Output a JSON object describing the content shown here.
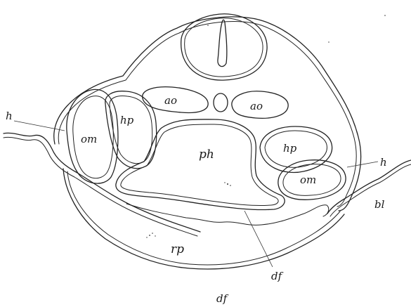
{
  "labels": {
    "h_left": "h",
    "om_left": "om",
    "hp_left": "hp",
    "ao_left": "ao",
    "ao_right": "ao",
    "ph": "ph",
    "hp_right": "hp",
    "om_right": "om",
    "h_right": "h",
    "bl": "bl",
    "rp": "rp",
    "df_inner": "df",
    "df_outer": "df"
  }
}
